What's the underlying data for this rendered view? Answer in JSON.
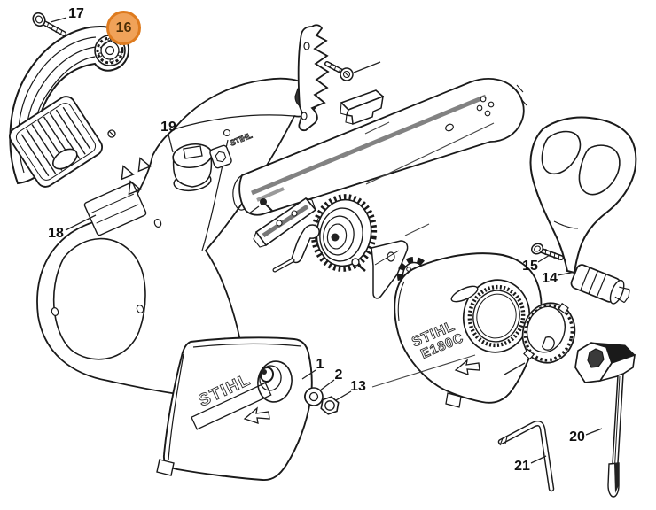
{
  "diagram": {
    "type": "exploded-parts-diagram",
    "subject": "electric chainsaw",
    "highlight": {
      "part": "16",
      "badge_fill": "#f0a259",
      "badge_border": "#de7b1f",
      "badge_text_color": "#4a2c05"
    },
    "line_color": "#1a1a1a",
    "parts": {
      "n1": "1",
      "n2": "2",
      "n13": "13",
      "n14": "14",
      "n15": "15",
      "n16": "16",
      "n17": "17",
      "n18": "18",
      "n19": "19",
      "n20": "20",
      "n21": "21"
    },
    "branding": {
      "cover_logo": "STIHL",
      "model_line1": "STIHL",
      "model_line2": "E180C",
      "housing_logo": "STIHL"
    }
  }
}
